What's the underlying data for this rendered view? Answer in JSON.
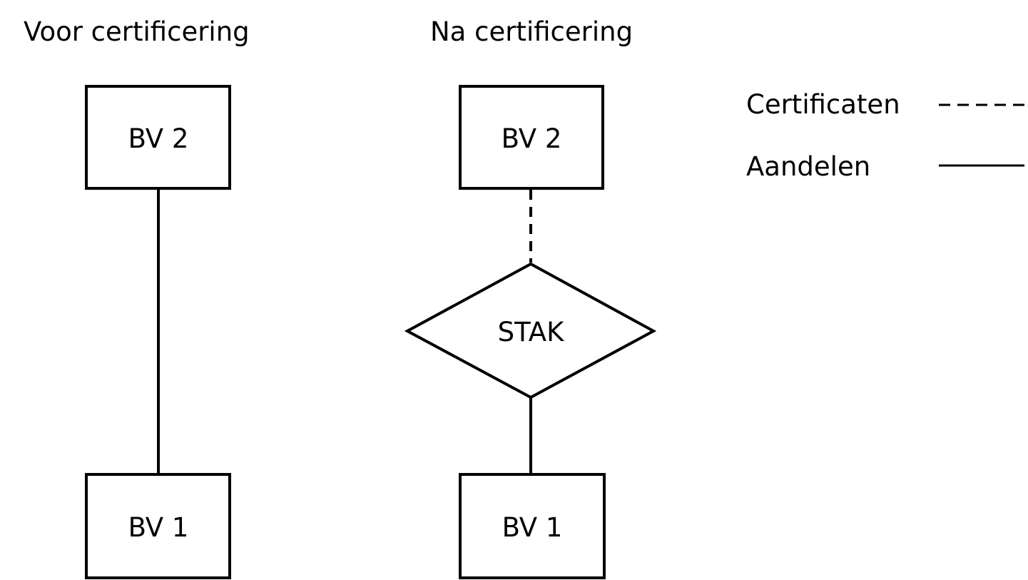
{
  "left_panel": {
    "title": "Voor certificering",
    "top_node": "BV 2",
    "bottom_node": "BV 1"
  },
  "right_panel": {
    "title": "Na certificering",
    "top_node": "BV 2",
    "middle_node": "STAK",
    "bottom_node": "BV 1"
  },
  "legend": {
    "items": [
      {
        "label": "Certificaten",
        "line_style": "dashed"
      },
      {
        "label": "Aandelen",
        "line_style": "solid"
      }
    ]
  }
}
